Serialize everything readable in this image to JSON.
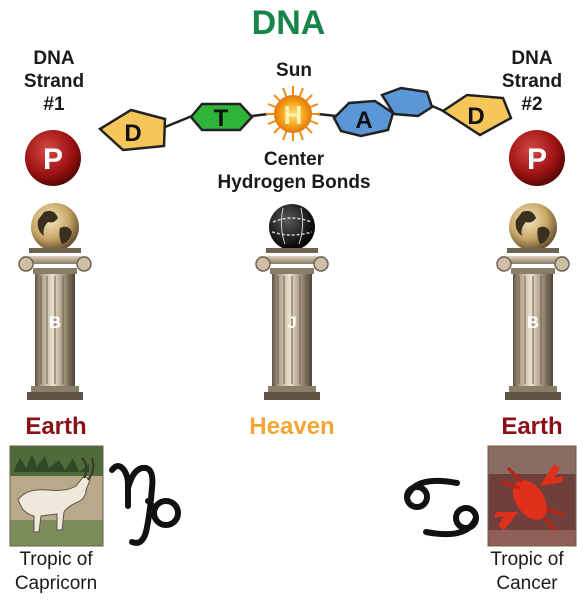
{
  "title": "DNA",
  "strand_left": {
    "line1": "DNA",
    "line2": "Strand",
    "line3": "#1"
  },
  "strand_right": {
    "line1": "DNA",
    "line2": "Strand",
    "line3": "#2"
  },
  "sun_label": "Sun",
  "center_label": {
    "line1": "Center",
    "line2": "Hydrogen Bonds"
  },
  "bases": {
    "left_d": "D",
    "t": "T",
    "h": "H",
    "a": "A",
    "right_d": "D"
  },
  "phosphate": {
    "left": "P",
    "right": "P"
  },
  "pillars": {
    "left": "B",
    "center": "J",
    "right": "B"
  },
  "earth_left": "Earth",
  "earth_right": "Earth",
  "heaven": "Heaven",
  "tropic_left": {
    "line1": "Tropic of",
    "line2": "Capricorn"
  },
  "tropic_right": {
    "line1": "Tropic of",
    "line2": "Cancer"
  },
  "symbols": {
    "capricorn": "capricorn-glyph",
    "cancer": "cancer-glyph"
  },
  "colors": {
    "title": "#17844a",
    "earth": "#8b1116",
    "heaven": "#f5a533",
    "phosphate": "#9b1111",
    "base_d": "#f6c65a",
    "base_t": "#2fb43a",
    "base_h": "#f7a51d",
    "base_a": "#5b97d6"
  }
}
